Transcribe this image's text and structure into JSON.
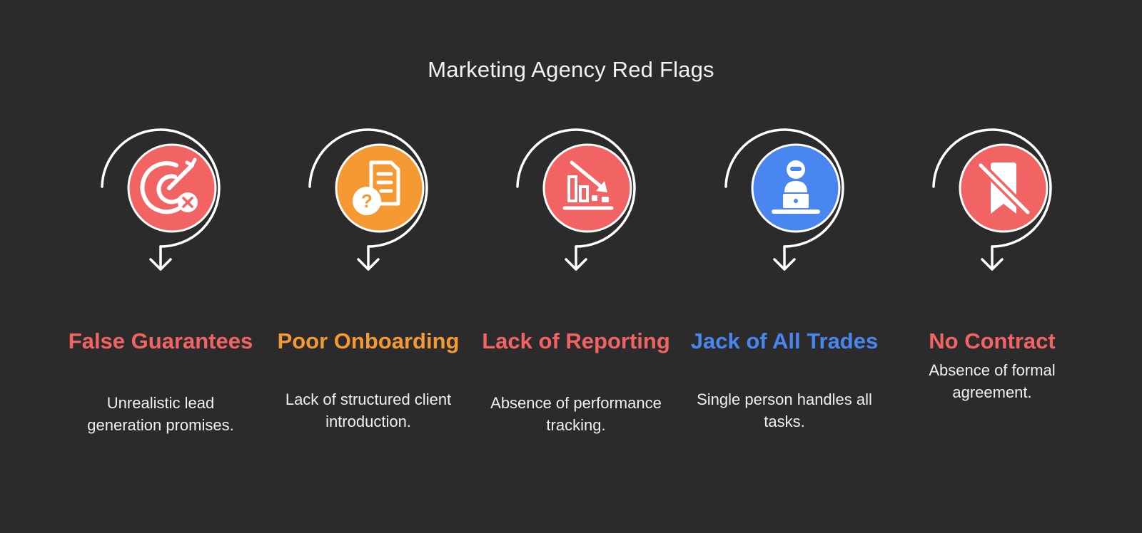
{
  "title": "Marketing Agency Red Flags",
  "colors": {
    "background": "#2b2b2b",
    "red": "#f26363",
    "orange": "#f59a33",
    "blue": "#4a86f0",
    "ring": "#ffffff"
  },
  "items": [
    {
      "heading": "False Guarantees",
      "description": "Unrealistic lead generation promises.",
      "color": "#f26363",
      "icon": "target-x-icon"
    },
    {
      "heading": "Poor Onboarding",
      "description": "Lack of structured client introduction.",
      "color": "#f59a33",
      "icon": "document-question-icon"
    },
    {
      "heading": "Lack of Reporting",
      "description": "Absence of performance tracking.",
      "color": "#f26363",
      "icon": "declining-chart-icon"
    },
    {
      "heading": "Jack of All Trades",
      "description": "Single person handles all tasks.",
      "color": "#4a86f0",
      "icon": "person-laptop-icon"
    },
    {
      "heading": "No Contract",
      "description": "Absence of formal agreement.",
      "color": "#f26363",
      "icon": "bookmark-slash-icon"
    }
  ]
}
